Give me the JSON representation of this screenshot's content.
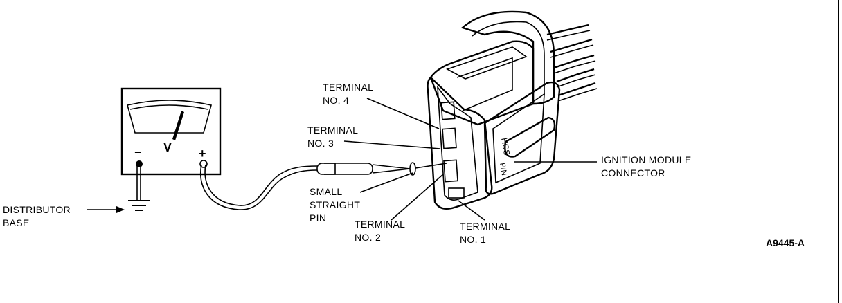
{
  "labels": {
    "distributor_base": [
      "DISTRIBUTOR",
      "BASE"
    ],
    "terminal_4": [
      "TERMINAL",
      "NO. 4"
    ],
    "terminal_3": [
      "TERMINAL",
      "NO. 3"
    ],
    "terminal_2": [
      "TERMINAL",
      "NO. 2"
    ],
    "terminal_1": [
      "TERMINAL",
      "NO. 1"
    ],
    "small_straight_pin": [
      "SMALL",
      "STRAIGHT",
      "PIN"
    ],
    "ignition_module_connector": [
      "IGNITION MODULE",
      "CONNECTOR"
    ],
    "figure_id": "A9445-A"
  },
  "meter": {
    "minus_sign": "−",
    "plus_sign": "+",
    "unit_symbol": "V"
  }
}
